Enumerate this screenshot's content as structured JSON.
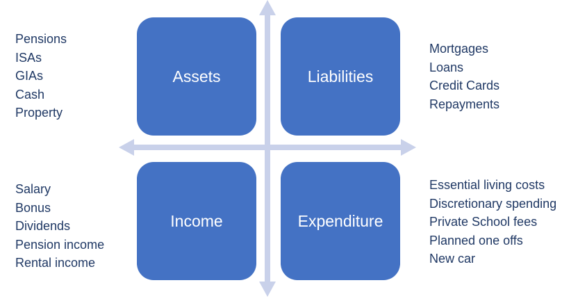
{
  "colors": {
    "box": "#4472C4",
    "arrow": "#C9D1EA",
    "text": "#1F3864"
  },
  "quadrants": {
    "assets": {
      "label": "Assets",
      "items": [
        "Pensions",
        "ISAs",
        "GIAs",
        "Cash",
        "Property"
      ]
    },
    "liabilities": {
      "label": "Liabilities",
      "items": [
        "Mortgages",
        "Loans",
        "Credit Cards",
        "Repayments"
      ]
    },
    "income": {
      "label": "Income",
      "items": [
        "Salary",
        "Bonus",
        "Dividends",
        "Pension income",
        "Rental income"
      ]
    },
    "expenditure": {
      "label": "Expenditure",
      "items": [
        "Essential living costs",
        "Discretionary spending",
        "Private School fees",
        "Planned one offs",
        "New car"
      ]
    }
  }
}
